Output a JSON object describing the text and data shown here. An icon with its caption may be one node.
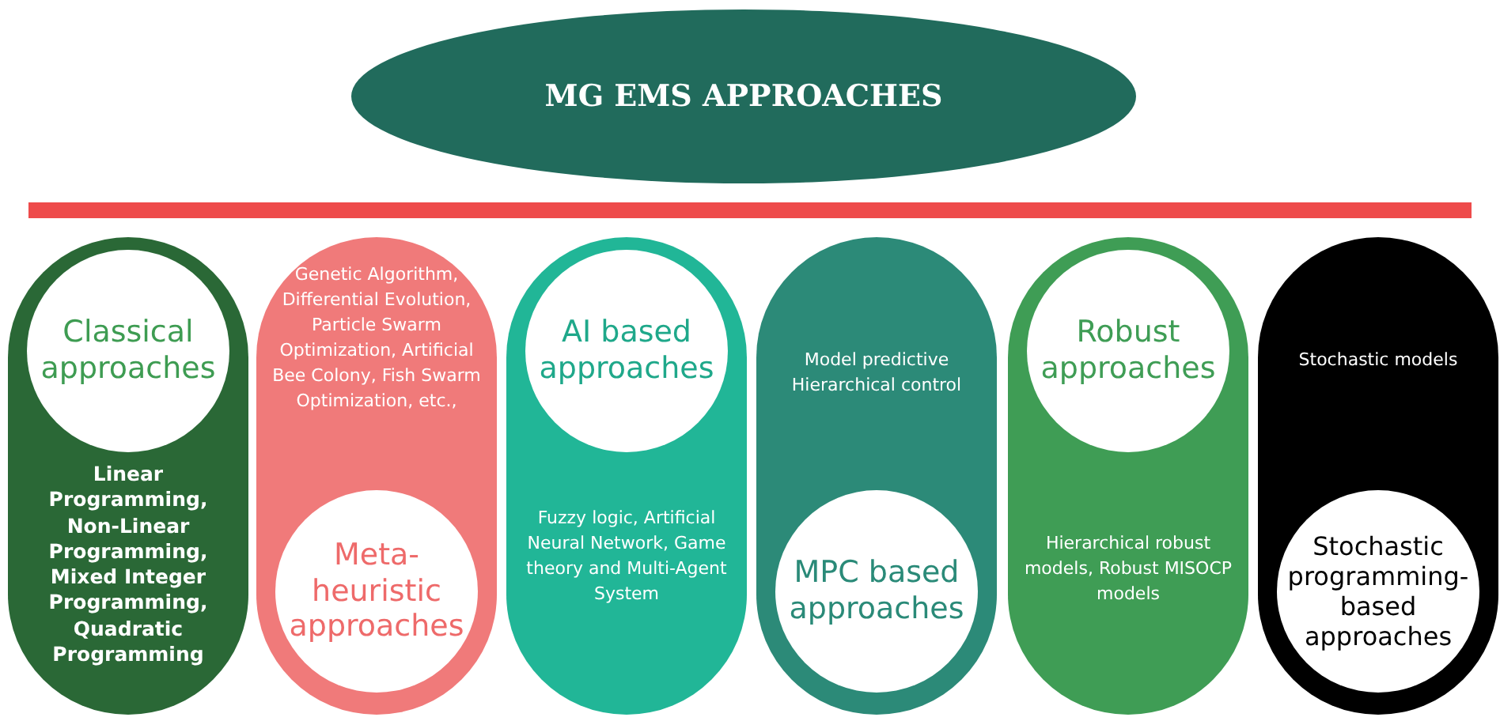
{
  "diagram": {
    "nodes": [
      {
        "text": [
          "MG EMS APPROACHES"
        ]
      },
      {
        "text": [
          "Linear Programming, Non-Linear Programming, Mixed Integer Programming, Quadratic Programming"
        ]
      },
      {
        "text": [
          "Classical approaches"
        ],
        "in": 1
      },
      {
        "text": [
          "Genetic Algorithm, Differential Evolution, Particle Swarm Optimization, Artificial Bee Colony, Fish Swarm Optimization, etc.,"
        ]
      },
      {
        "text": [
          "Meta-heuristic approaches"
        ],
        "in": 3
      },
      {
        "text": [
          "Fuzzy logic, Artificial Neural Network, Game theory and Multi-Agent System"
        ]
      },
      {
        "text": [
          "AI based approaches"
        ],
        "in": 5
      },
      {
        "text": [
          "Model predictive Hierarchical control"
        ]
      },
      {
        "text": [
          "MPC based approaches"
        ],
        "in": 7
      },
      {
        "text": [
          "Hierarchical robust models, Robust MISOCP models"
        ]
      },
      {
        "text": [
          "Robust approaches"
        ],
        "in": 9
      },
      {
        "text": [
          "Stochastic models"
        ]
      },
      {
        "text": [
          "Stochastic programming-based approaches"
        ],
        "in": 11
      }
    ]
  }
}
